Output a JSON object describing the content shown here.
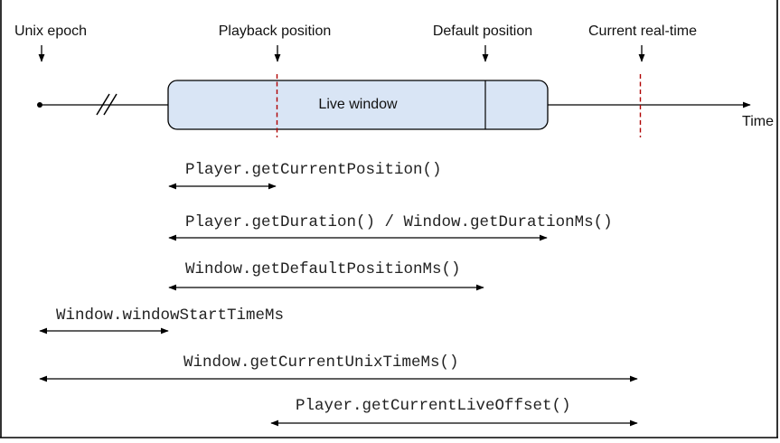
{
  "diagram": {
    "title_markers": [
      {
        "label": "Unix epoch"
      },
      {
        "label": "Playback position"
      },
      {
        "label": "Default position"
      },
      {
        "label": "Current real-time"
      }
    ],
    "timeline": {
      "window_label": "Live window",
      "axis_label": "Time"
    },
    "api_spans": [
      {
        "label": "Player.getCurrentPosition()"
      },
      {
        "label": "Player.getDuration() / Window.getDurationMs()"
      },
      {
        "label": "Window.getDefaultPositionMs()"
      },
      {
        "label": "Window.windowStartTimeMs"
      },
      {
        "label": "Window.getCurrentUnixTimeMs()"
      },
      {
        "label": "Player.getCurrentLiveOffset()"
      }
    ],
    "colors": {
      "window_fill": "#d9e5f5",
      "window_stroke": "#000000",
      "marker_dash": "#b00000",
      "line": "#000000"
    }
  }
}
